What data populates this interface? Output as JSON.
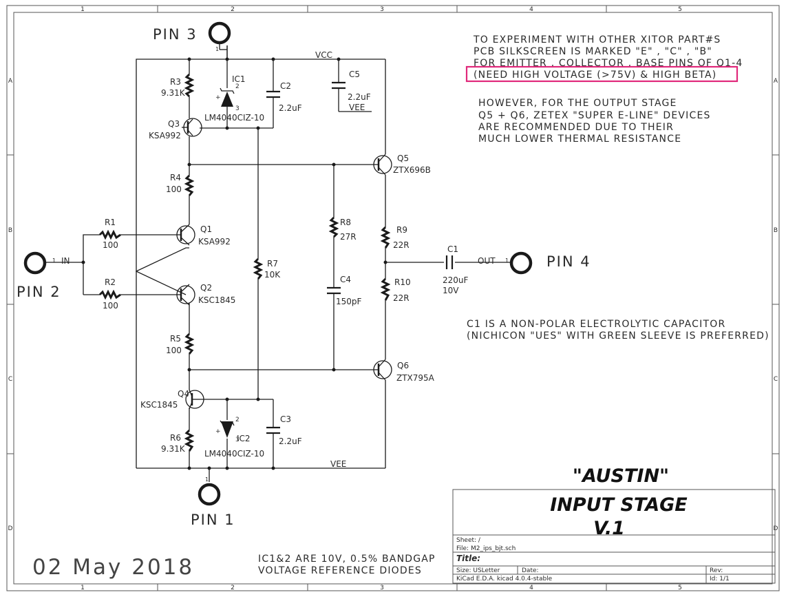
{
  "frame": {
    "col_labels": [
      "1",
      "2",
      "3",
      "4",
      "5"
    ],
    "row_labels": [
      "A",
      "B",
      "C",
      "D"
    ]
  },
  "pins": {
    "pin3": "PIN 3",
    "pin2": "PIN 2",
    "pin1": "PIN 1",
    "pin4": "PIN 4",
    "pin_num": "1"
  },
  "nets": {
    "vcc": "VCC",
    "vee_top": "VEE",
    "vee_bottom": "VEE",
    "in": "IN",
    "out": "OUT"
  },
  "components": {
    "R1": {
      "ref": "R1",
      "value": "100"
    },
    "R2": {
      "ref": "R2",
      "value": "100"
    },
    "R3": {
      "ref": "R3",
      "value": "9.31K"
    },
    "R4": {
      "ref": "R4",
      "value": "100"
    },
    "R5": {
      "ref": "R5",
      "value": "100"
    },
    "R6": {
      "ref": "R6",
      "value": "9.31K"
    },
    "R7": {
      "ref": "R7",
      "value": "10K"
    },
    "R8": {
      "ref": "R8",
      "value": "27R"
    },
    "R9": {
      "ref": "R9",
      "value": "22R"
    },
    "R10": {
      "ref": "R10",
      "value": "22R"
    },
    "C1": {
      "ref": "C1",
      "value": "220uF",
      "rating": "10V"
    },
    "C2": {
      "ref": "C2",
      "value": "2.2uF"
    },
    "C3": {
      "ref": "C3",
      "value": "2.2uF"
    },
    "C4": {
      "ref": "C4",
      "value": "150pF"
    },
    "C5": {
      "ref": "C5",
      "value": "2.2uF"
    },
    "IC1": {
      "ref": "IC1",
      "value": "LM4040CIZ-10"
    },
    "IC2": {
      "ref": "IC2",
      "value": "LM4040CIZ-10"
    },
    "Q1": {
      "ref": "Q1",
      "value": "KSA992"
    },
    "Q2": {
      "ref": "Q2",
      "value": "KSC1845"
    },
    "Q3": {
      "ref": "Q3",
      "value": "KSA992"
    },
    "Q4": {
      "ref": "Q4",
      "value": "KSC1845"
    },
    "Q5": {
      "ref": "Q5",
      "value": "ZTX696B"
    },
    "Q6": {
      "ref": "Q6",
      "value": "ZTX795A"
    }
  },
  "notes": {
    "xitor": [
      "TO EXPERIMENT WITH OTHER XITOR PART#S",
      "PCB SILKSCREEN IS MARKED \"E\" , \"C\" , \"B\"",
      "FOR EMITTER , COLLECTOR , BASE PINS OF Q1-4"
    ],
    "highlight": "(NEED HIGH VOLTAGE (>75V) & HIGH BETA)",
    "output": [
      "HOWEVER, FOR THE OUTPUT STAGE",
      "Q5 + Q6, ZETEX \"SUPER E-LINE\" DEVICES",
      "ARE RECOMMENDED DUE TO THEIR",
      "MUCH LOWER THERMAL RESISTANCE"
    ],
    "c1": [
      "C1 IS A NON-POLAR ELECTROLYTIC CAPACITOR",
      "(NICHICON \"UES\" WITH GREEN SLEEVE IS PREFERRED)"
    ],
    "ic": [
      "IC1&2 ARE 10V, 0.5% BANDGAP",
      "VOLTAGE REFERENCE DIODES"
    ]
  },
  "date": "02 May 2018",
  "title_block": {
    "big_title": [
      "\"AUSTIN\"",
      "INPUT STAGE",
      "V.1"
    ],
    "sheet": "Sheet: /",
    "file": "File: M2_ips_bjt.sch",
    "title_label": "Title:",
    "size": "Size: USLetter",
    "date_label": "Date:",
    "rev": "Rev:",
    "kicad": "KiCad E.D.A.  kicad 4.0.4-stable",
    "id": "Id: 1/1"
  },
  "colors": {
    "highlight": "#e0287a",
    "ink": "#1a1a1a"
  }
}
